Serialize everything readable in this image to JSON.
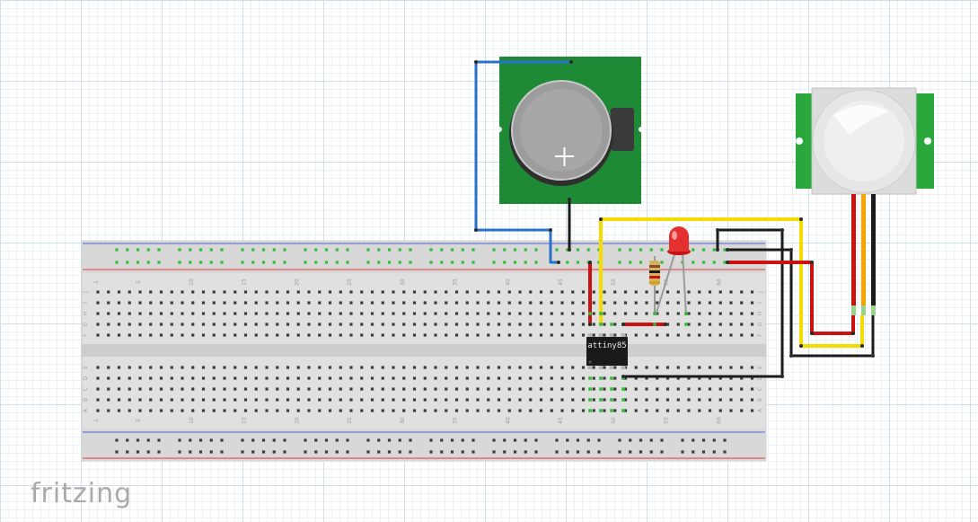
{
  "brand": {
    "text": "fritzing"
  },
  "chip": {
    "label": "attiny85"
  },
  "breadboard": {
    "column_numbers": [
      "1",
      "5",
      "10",
      "15",
      "20",
      "25",
      "30",
      "35",
      "40",
      "45",
      "50",
      "55",
      "60"
    ],
    "row_letters_top": [
      "J",
      "I",
      "H",
      "G",
      "F"
    ],
    "row_letters_bottom": [
      "E",
      "D",
      "C",
      "B",
      "A"
    ]
  },
  "colors": {
    "wire_blue": "#2a72c9",
    "wire_black": "#1b1b1b",
    "wire_red": "#cc1111",
    "wire_yellow": "#f5dc00",
    "pcb_green": "#1f8a35",
    "rail_blue": "#4f62d8",
    "rail_red": "#e03b3b"
  }
}
